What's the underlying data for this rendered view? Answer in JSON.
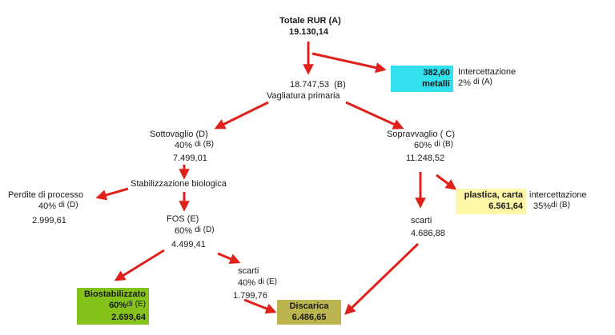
{
  "total": {
    "title": "Totale RUR (A)",
    "value": "19.130,14"
  },
  "after_metals": {
    "value": "18.747,53",
    "code": "(B)",
    "label": "Vagliatura primaria"
  },
  "metals": {
    "value": "382,60",
    "name": "metalli",
    "label": "Intercettazione",
    "pct": "2%",
    "of": "di (A)"
  },
  "undersieve": {
    "label": "Sottovaglio (D)",
    "pct": "40%",
    "of": "di (B)",
    "value": "7.499,01"
  },
  "oversieve": {
    "label": "Sopravvaglio ( C)",
    "pct": "60%",
    "of": "di (B)",
    "value": "11.248,52"
  },
  "stabilization": {
    "label": "Stabilizzazione biologica"
  },
  "losses": {
    "label": "Perdite di processo",
    "pct": "40%",
    "of": "di (D)",
    "value": "2.999,61"
  },
  "fos": {
    "label": "FOS (E)",
    "pct": "60%",
    "of": "di (D)",
    "value": "4.499,41"
  },
  "fos_waste": {
    "label": "scarti",
    "pct": "40%",
    "of": "di (E)",
    "value": "1.799,76"
  },
  "biostabilized": {
    "name": "Biostabilizzato",
    "pct": "60%",
    "of": "di (E)",
    "value": "2.699,64"
  },
  "plastic": {
    "name": "plastica, carta",
    "value": "6.561,64",
    "label": "intercettazione",
    "pct": "35%",
    "of": "di (B)"
  },
  "over_waste": {
    "label": "scarti",
    "value": "4.686,88"
  },
  "landfill": {
    "name": "Discarica",
    "value": "6.486,65"
  },
  "colors": {
    "arrow": "#e0211b",
    "metals_box": "#33e0ee",
    "plastic_box": "#fff7a8",
    "bio_box": "#86c21c",
    "landfill_box": "#bcb44f"
  }
}
